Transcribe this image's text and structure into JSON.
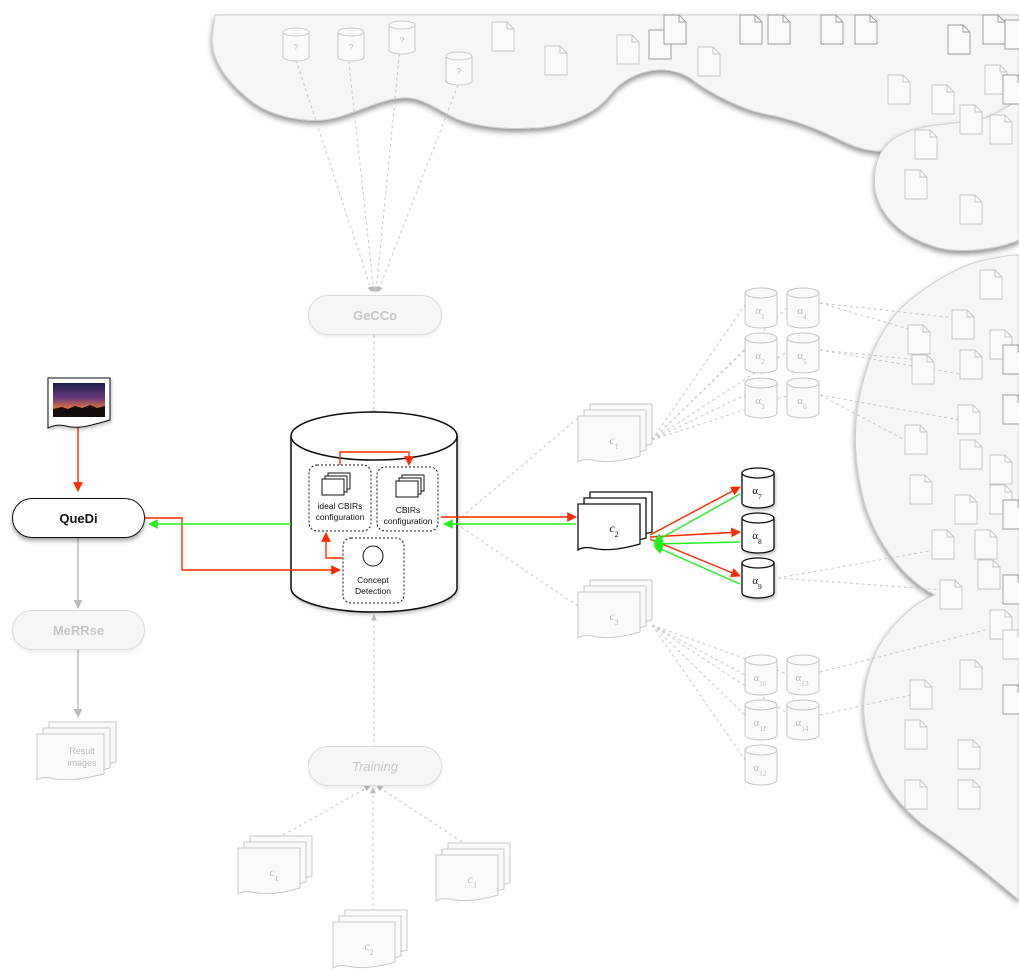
{
  "nodes": {
    "gecco": "GeCCo",
    "quedi": "QueDi",
    "merrse": "MeRRse",
    "training": "Training"
  },
  "database": {
    "ideal_config": [
      "ideal CBIRs",
      "configuration"
    ],
    "cbirs_config": [
      "CBIRs",
      "configuration"
    ],
    "concept_detection": [
      "Concept",
      "Detection"
    ]
  },
  "result_images": [
    "Result",
    "images"
  ],
  "unknown_db_label": "?",
  "classes": {
    "c1": {
      "base": "c",
      "sub": "1"
    },
    "c2": {
      "base": "c",
      "sub": "2"
    },
    "c3": {
      "base": "c",
      "sub": "3"
    }
  },
  "training_classes": [
    {
      "base": "c",
      "sub": "1"
    },
    {
      "base": "c",
      "sub": "2"
    },
    {
      "base": "c",
      "sub": "3"
    }
  ],
  "alphas": [
    {
      "base": "α",
      "sub": "1"
    },
    {
      "base": "α",
      "sub": "4"
    },
    {
      "base": "α",
      "sub": "2"
    },
    {
      "base": "α",
      "sub": "5"
    },
    {
      "base": "α",
      "sub": "3"
    },
    {
      "base": "α",
      "sub": "6"
    },
    {
      "base": "α",
      "sub": "7"
    },
    {
      "base": "α",
      "sub": "8"
    },
    {
      "base": "α",
      "sub": "9"
    },
    {
      "base": "α",
      "sub": "10"
    },
    {
      "base": "α",
      "sub": "13"
    },
    {
      "base": "α",
      "sub": "11"
    },
    {
      "base": "α",
      "sub": "14"
    },
    {
      "base": "α",
      "sub": "12"
    }
  ],
  "colors": {
    "red_arrow": "#ff2a00",
    "green_arrow": "#22ee22",
    "faded_gray": "#c8c8c8",
    "cloud_fill": "#f6f6f6",
    "dark_stroke": "#111111"
  }
}
